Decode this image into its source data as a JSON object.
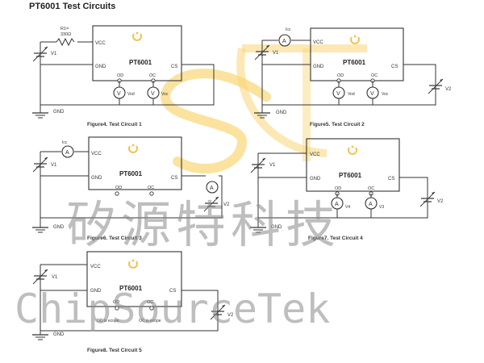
{
  "page_title": "PT6001 Test Circuits",
  "chip": {
    "name": "PT6001",
    "logo_cn": "矽源特科技",
    "logo_en": "ChipSourceTek"
  },
  "pins": {
    "vcc": "VCC",
    "gnd": "GND",
    "cs": "CS",
    "od": "OD",
    "oc": "OC"
  },
  "labels": {
    "gnd": "GND",
    "v1": "V1",
    "v2": "V2",
    "v3": "V3",
    "v4": "V4",
    "r1": "R1=",
    "r1_value": "330Ω",
    "icc": "Icc",
    "vod": "Vod",
    "voc": "Voc",
    "ammeter": "A",
    "voltmeter": "V",
    "od_ecope": "OD is ecope",
    "oc_ecope": "OC is ecope"
  },
  "captions": {
    "c1": "Figure4. Test Circuit 1",
    "c2": "Figure5. Test Circuit 2",
    "c3": "Figure6. Test Circuit 3",
    "c4": "Figure7. Test Circuit 4",
    "c5": "Figure8. Test Circuit 5"
  },
  "watermark": {
    "cn": "矽源特科技",
    "en": "ChipSourceTek"
  },
  "colors": {
    "line": "#333333",
    "chip_logo": "#f2c14e",
    "watermark_text": "#8a8a8a",
    "watermark_logo": "#f7c948"
  }
}
